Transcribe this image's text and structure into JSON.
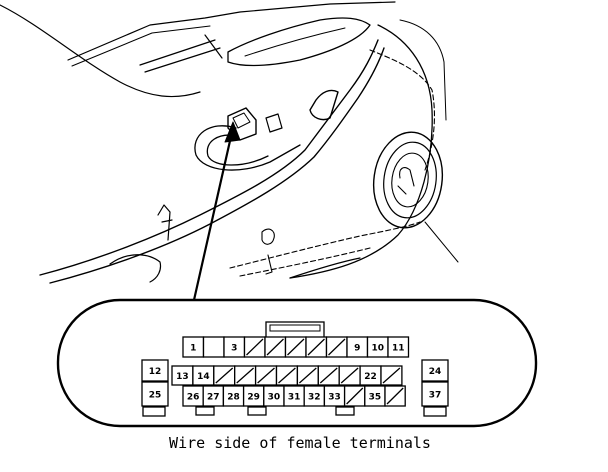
{
  "caption": "Wire side of female terminals",
  "connector": {
    "row1": [
      {
        "label": "1",
        "state": "used"
      },
      {
        "label": "",
        "state": "used"
      },
      {
        "label": "3",
        "state": "used"
      },
      {
        "label": "",
        "state": "empty"
      },
      {
        "label": "",
        "state": "empty"
      },
      {
        "label": "",
        "state": "empty"
      },
      {
        "label": "",
        "state": "empty"
      },
      {
        "label": "",
        "state": "empty"
      },
      {
        "label": "9",
        "state": "used"
      },
      {
        "label": "10",
        "state": "used"
      },
      {
        "label": "11",
        "state": "used"
      }
    ],
    "row2": [
      {
        "label": "13",
        "state": "used"
      },
      {
        "label": "14",
        "state": "used"
      },
      {
        "label": "",
        "state": "empty"
      },
      {
        "label": "",
        "state": "empty"
      },
      {
        "label": "",
        "state": "empty"
      },
      {
        "label": "",
        "state": "empty"
      },
      {
        "label": "",
        "state": "empty"
      },
      {
        "label": "",
        "state": "empty"
      },
      {
        "label": "",
        "state": "empty"
      },
      {
        "label": "22",
        "state": "used"
      },
      {
        "label": "",
        "state": "empty"
      }
    ],
    "row3": [
      {
        "label": "26",
        "state": "used"
      },
      {
        "label": "27",
        "state": "used"
      },
      {
        "label": "28",
        "state": "used"
      },
      {
        "label": "29",
        "state": "used"
      },
      {
        "label": "30",
        "state": "used"
      },
      {
        "label": "31",
        "state": "used"
      },
      {
        "label": "32",
        "state": "used"
      },
      {
        "label": "33",
        "state": "used"
      },
      {
        "label": "",
        "state": "empty"
      },
      {
        "label": "35",
        "state": "used"
      },
      {
        "label": "",
        "state": "empty"
      }
    ],
    "left_col": [
      "12",
      "25"
    ],
    "right_col": [
      "24",
      "37"
    ]
  }
}
